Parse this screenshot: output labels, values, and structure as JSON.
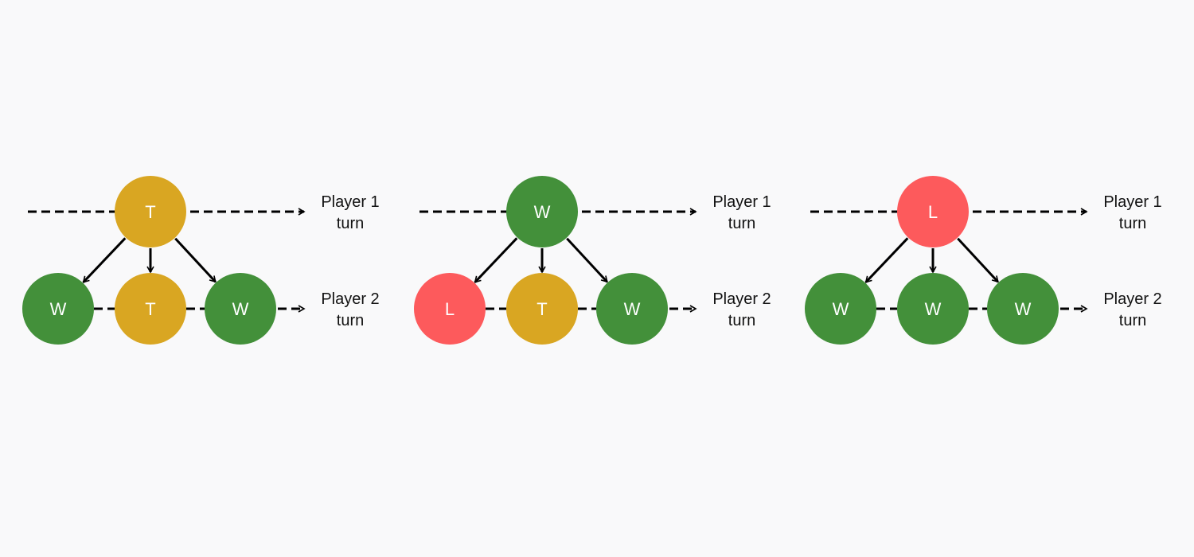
{
  "colors": {
    "W": "#43903a",
    "T": "#d9a622",
    "L": "#fd5a5c",
    "line": "#000000",
    "background": "#f9f9fa"
  },
  "diagrams": [
    {
      "root": "T",
      "children": [
        "W",
        "T",
        "W"
      ],
      "row_labels": [
        {
          "line1": "Player 1",
          "line2": "turn"
        },
        {
          "line1": "Player 2",
          "line2": "turn"
        }
      ]
    },
    {
      "root": "W",
      "children": [
        "L",
        "T",
        "W"
      ],
      "row_labels": [
        {
          "line1": "Player 1",
          "line2": "turn"
        },
        {
          "line1": "Player 2",
          "line2": "turn"
        }
      ]
    },
    {
      "root": "L",
      "children": [
        "W",
        "W",
        "W"
      ],
      "row_labels": [
        {
          "line1": "Player 1",
          "line2": "turn"
        },
        {
          "line1": "Player 2",
          "line2": "turn"
        }
      ]
    }
  ]
}
